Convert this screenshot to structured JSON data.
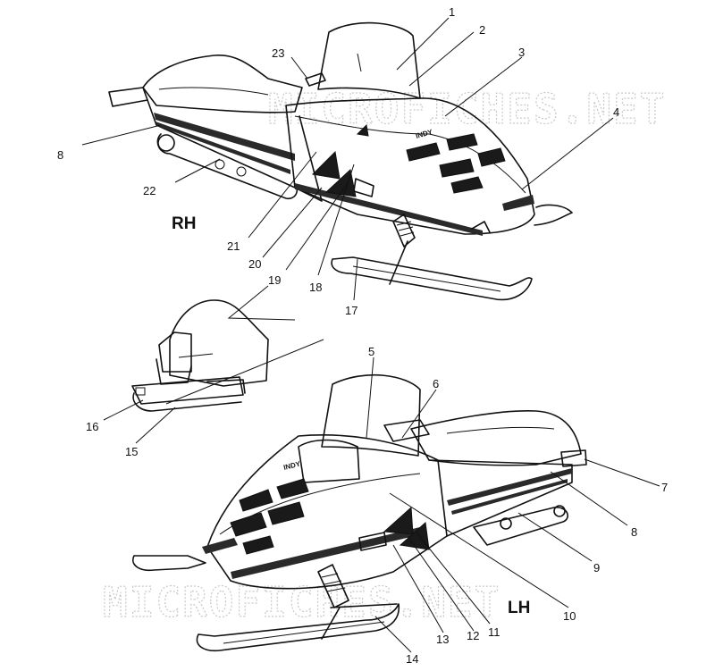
{
  "watermark": "MICROFICHES.NET",
  "views": {
    "right": {
      "label": "RH"
    },
    "left": {
      "label": "LH"
    }
  },
  "callouts": [
    {
      "num": "1"
    },
    {
      "num": "2"
    },
    {
      "num": "3"
    },
    {
      "num": "4"
    },
    {
      "num": "5"
    },
    {
      "num": "6"
    },
    {
      "num": "7"
    },
    {
      "num": "8"
    },
    {
      "num": "8"
    },
    {
      "num": "9"
    },
    {
      "num": "10"
    },
    {
      "num": "11"
    },
    {
      "num": "12"
    },
    {
      "num": "13"
    },
    {
      "num": "14"
    },
    {
      "num": "15"
    },
    {
      "num": "16"
    },
    {
      "num": "17"
    },
    {
      "num": "18"
    },
    {
      "num": "19"
    },
    {
      "num": "20"
    },
    {
      "num": "21"
    },
    {
      "num": "22"
    },
    {
      "num": "23"
    }
  ]
}
